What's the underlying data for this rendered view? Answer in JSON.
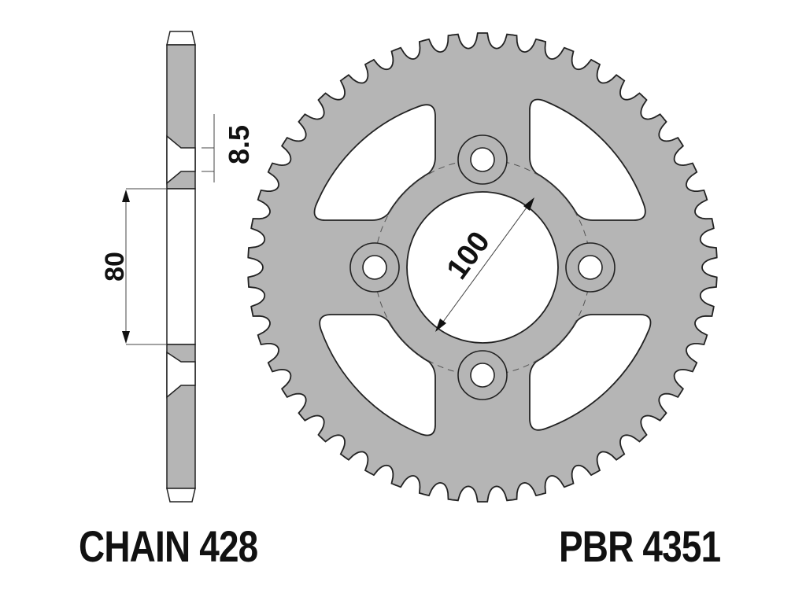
{
  "labels": {
    "chain": "CHAIN 428",
    "part_number": "PBR 4351"
  },
  "dimensions": {
    "thickness": "8.5",
    "hub_offset": "80",
    "bolt_circle": "100"
  },
  "colors": {
    "fill": "#b5b5b5",
    "line": "#222222",
    "background": "#ffffff"
  }
}
